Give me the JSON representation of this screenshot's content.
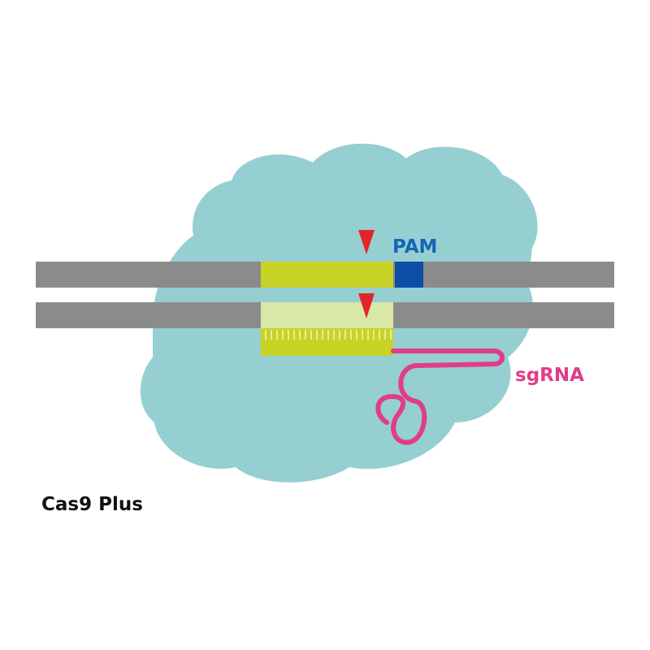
{
  "labels": {
    "pam": "PAM",
    "sgrna": "sgRNA",
    "caption": "Cas9 Plus"
  },
  "colors": {
    "cas9_protein": "#95cfd2",
    "dna_strand": "#8b8b8b",
    "target_strand": "#c8d325",
    "target_strand_light": "#d9e8a8",
    "pam": "#0d4fa6",
    "pam_label": "#1565b5",
    "sgrna": "#e13c8a",
    "cut_site": "#e3252b",
    "caption": "#111111"
  }
}
